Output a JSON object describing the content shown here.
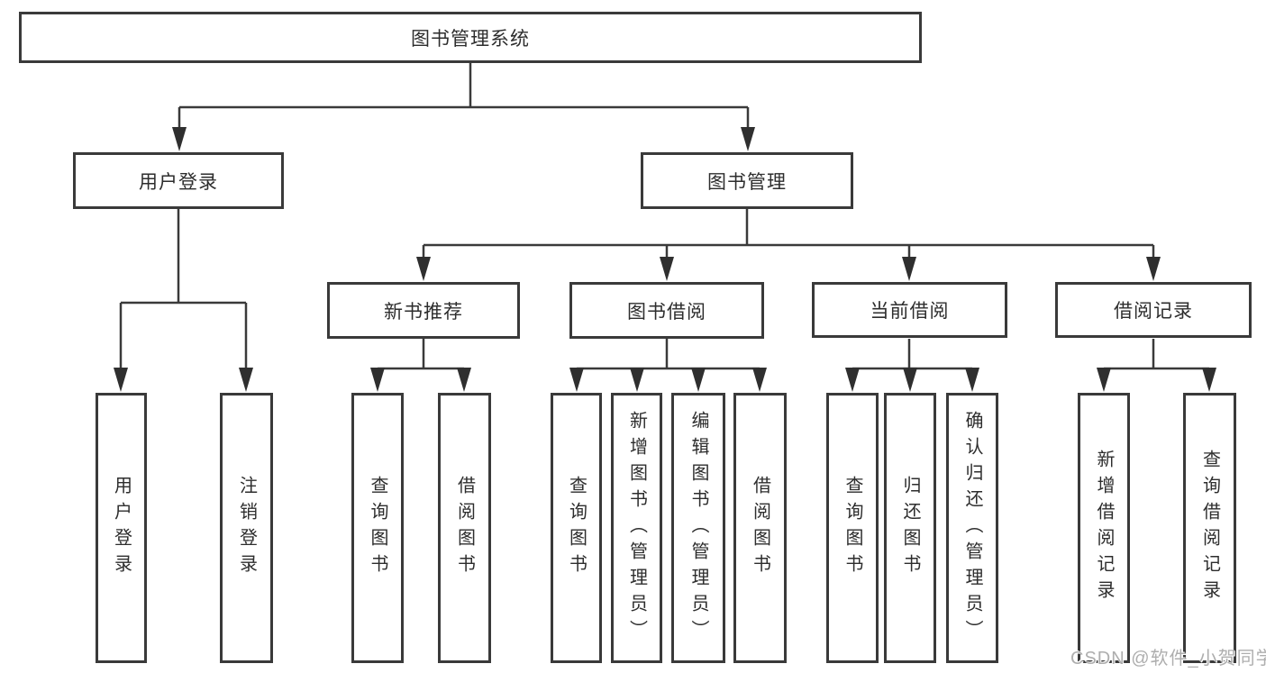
{
  "diagram": {
    "root": {
      "label": "图书管理系统"
    },
    "branches": [
      {
        "label": "用户登录",
        "children": [
          {
            "label": "用户登录"
          },
          {
            "label": "注销登录"
          }
        ]
      },
      {
        "label": "图书管理",
        "children": [
          {
            "label": "新书推荐",
            "children": [
              {
                "label": "查询图书"
              },
              {
                "label": "借阅图书"
              }
            ]
          },
          {
            "label": "图书借阅",
            "children": [
              {
                "label": "查询图书"
              },
              {
                "label": "新增图书（管理员）"
              },
              {
                "label": "编辑图书（管理员）"
              },
              {
                "label": "借阅图书"
              }
            ]
          },
          {
            "label": "当前借阅",
            "children": [
              {
                "label": "查询图书"
              },
              {
                "label": "归还图书"
              },
              {
                "label": "确认归还（管理员）"
              }
            ]
          },
          {
            "label": "借阅记录",
            "children": [
              {
                "label": "新增借阅记录"
              },
              {
                "label": "查询借阅记录"
              }
            ]
          }
        ]
      }
    ]
  },
  "watermark": {
    "text": "CSDN @软件_小贺同学"
  },
  "colors": {
    "line": "#3a3a3a",
    "box_border": "#3a3a3a",
    "text": "#2d2d2d",
    "watermark": "#aeaeae",
    "background": "#ffffff"
  }
}
